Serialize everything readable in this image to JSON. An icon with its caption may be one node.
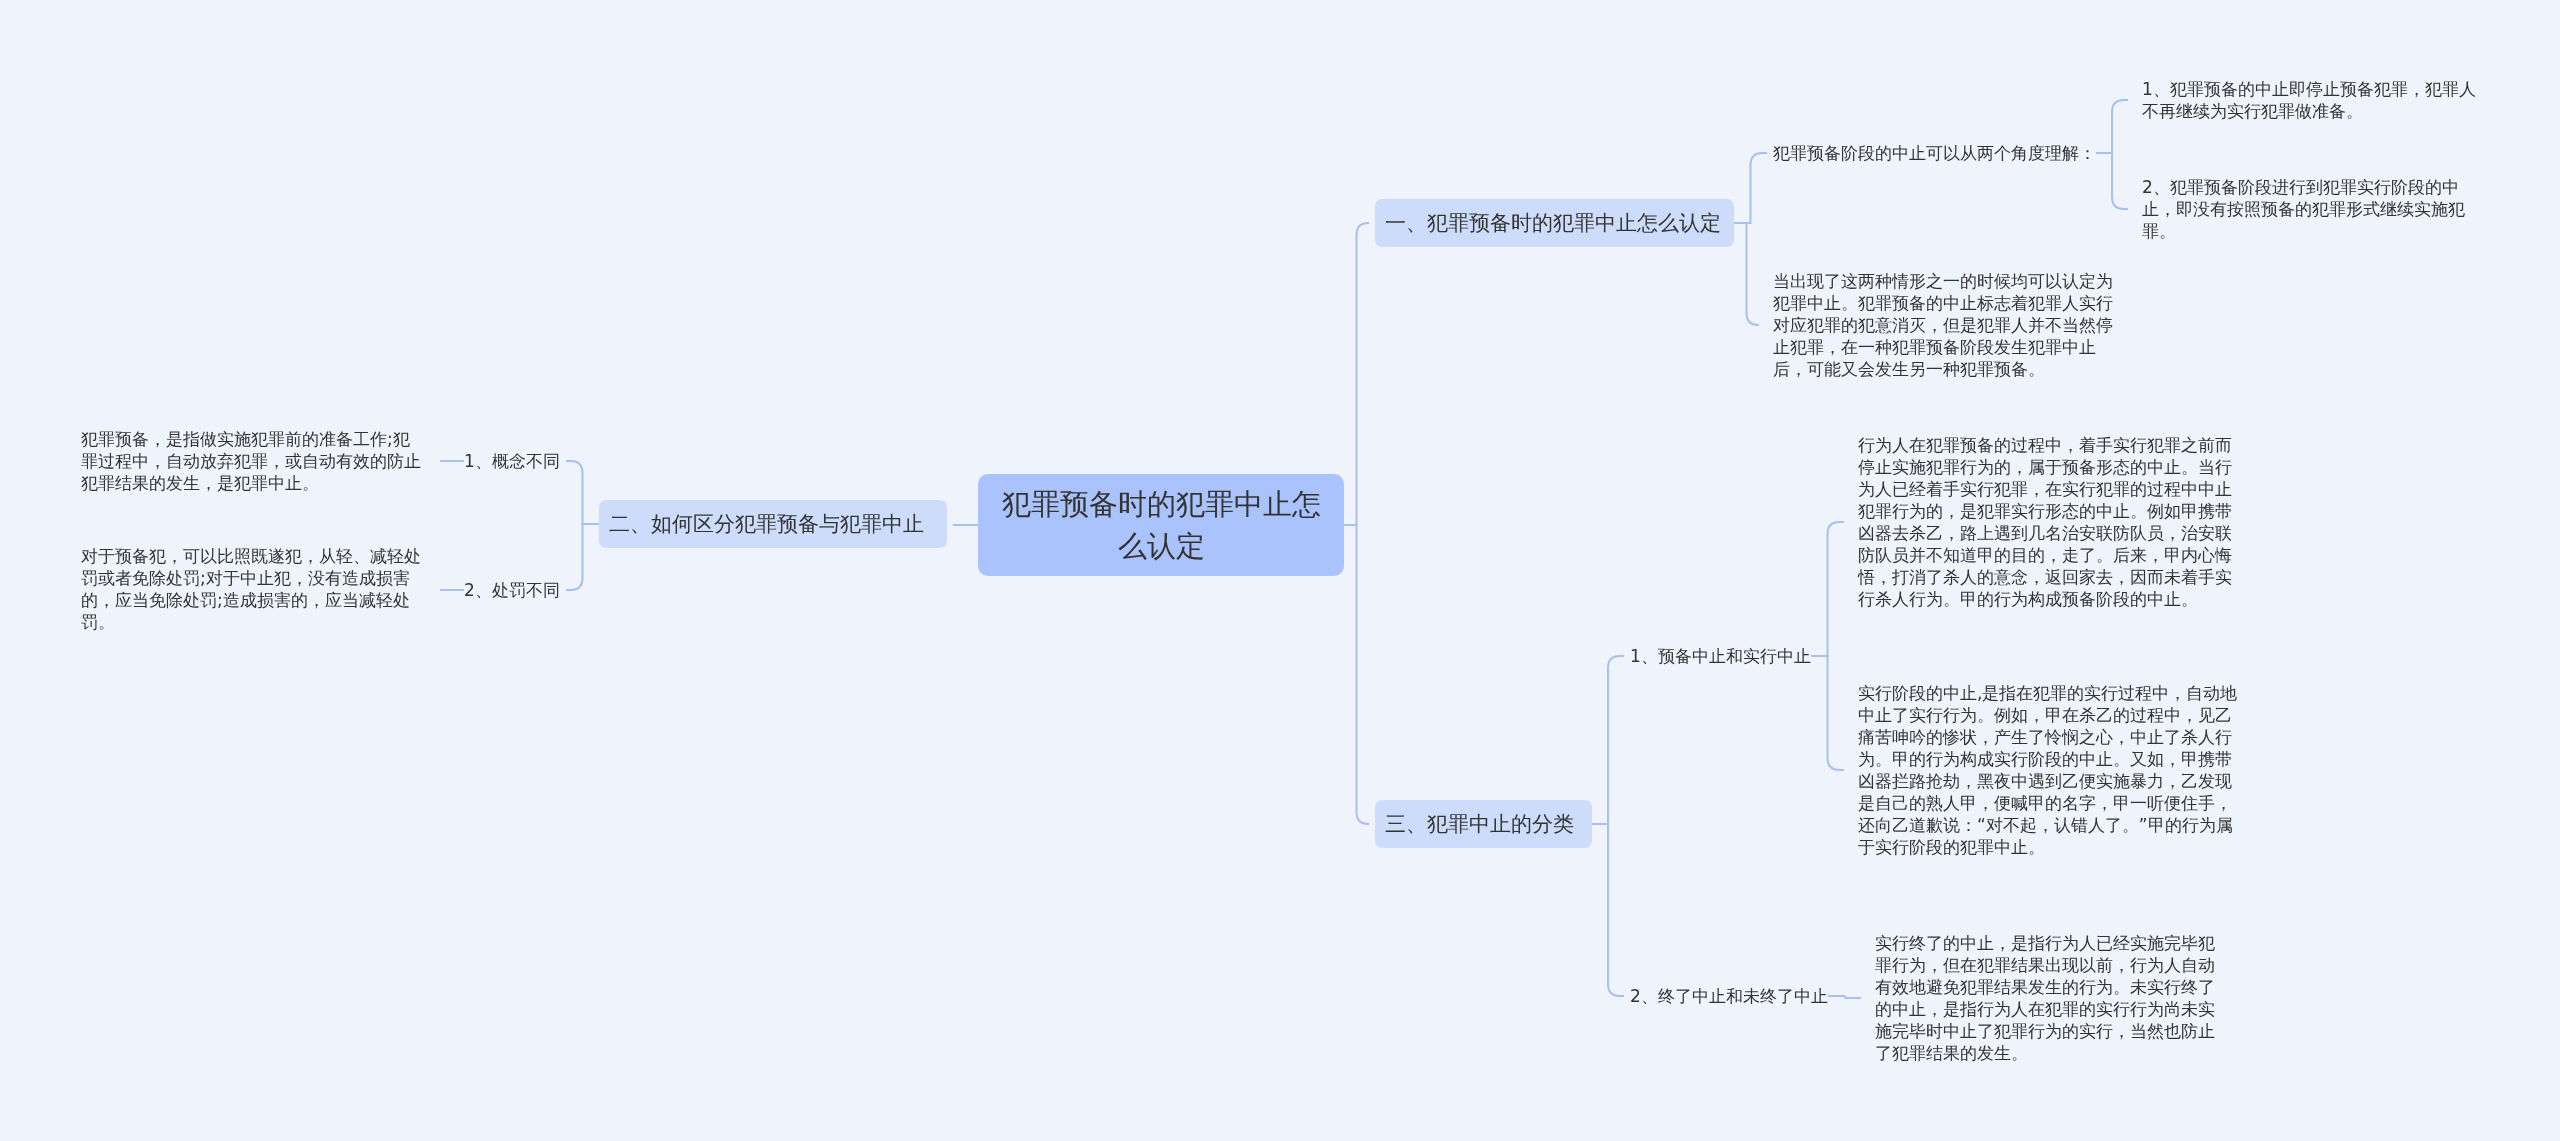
{
  "diagram": {
    "nodes": [
      {
        "text": [
          "犯罪预备时的犯罪中止怎么认定"
        ]
      },
      {
        "text": [
          "一、犯罪预备时的犯罪中止怎么认定"
        ]
      },
      {
        "text": [
          "犯罪预备阶段的中止可以从两个角度理解："
        ]
      },
      {
        "text": [
          "1、犯罪预备的中止即停止预备犯罪，犯罪人不再继续为实行犯罪做准备。"
        ]
      },
      {
        "text": [
          "2、犯罪预备阶段进行到犯罪实行阶段的中止，即没有按照预备的犯罪形式继续实施犯罪。"
        ]
      },
      {
        "text": [
          "当出现了这两种情形之一的时候均可以认定为犯罪中止。犯罪预备的中止标志着犯罪人实行对应犯罪的犯意消灭，但是犯罪人并不当然停止犯罪，在一种犯罪预备阶段发生犯罪中止后，可能又会发生另一种犯罪预备。"
        ]
      },
      {
        "text": [
          "二、如何区分犯罪预备与犯罪中止"
        ]
      },
      {
        "text": [
          "1、概念不同"
        ]
      },
      {
        "text": [
          "犯罪预备，是指做实施犯罪前的准备工作;犯罪过程中，自动放弃犯罪，或自动有效的防止犯罪结果的发生，是犯罪中止。"
        ]
      },
      {
        "text": [
          "2、处罚不同"
        ]
      },
      {
        "text": [
          "对于预备犯，可以比照既遂犯，从轻、减轻处罚或者免除处罚;对于中止犯，没有造成损害的，应当免除处罚;造成损害的，应当减轻处罚。"
        ]
      },
      {
        "text": [
          "三、犯罪中止的分类"
        ]
      },
      {
        "text": [
          "1、预备中止和实行中止"
        ]
      },
      {
        "text": [
          "行为人在犯罪预备的过程中，着手实行犯罪之前而停止实施犯罪行为的，属于预备形态的中止。当行为人已经着手实行犯罪，在实行犯罪的过程中中止犯罪行为的，是犯罪实行形态的中止。例如甲携带凶器去杀乙，路上遇到几名治安联防队员，治安联防队员并不知道甲的目的，走了。后来，甲内心悔悟，打消了杀人的意念，返回家去，因而未着手实行杀人行为。甲的行为构成预备阶段的中止。"
        ]
      },
      {
        "text": [
          "实行阶段的中止,是指在犯罪的实行过程中，自动地中止了实行行为。例如，甲在杀乙的过程中，见乙痛苦呻吟的惨状，产生了怜悯之心，中止了杀人行为。甲的行为构成实行阶段的中止。又如，甲携带凶器拦路抢劫，黑夜中遇到乙便实施暴力，乙发现是自己的熟人甲，便喊甲的名字，甲一听便住手，还向乙道歉说：“对不起，认错人了。”甲的行为属于实行阶段的犯罪中止。"
        ]
      },
      {
        "text": [
          "2、终了中止和未终了中止"
        ]
      },
      {
        "text": [
          "实行终了的中止，是指行为人已经实施完毕犯罪行为，但在犯罪结果出现以前，行为人自动有效地避免犯罪结果发生的行为。未实行终了的中止，是指行为人在犯罪的实行行为尚未实施完毕时中止了犯罪行为的实行，当然也防止了犯罪结果的发生。"
        ]
      }
    ],
    "edges": [
      {
        "from": 0,
        "to": 1,
        "arrow": "none"
      },
      {
        "from": 0,
        "to": 6,
        "arrow": "none"
      },
      {
        "from": 0,
        "to": 11,
        "arrow": "none"
      },
      {
        "from": 1,
        "to": 2,
        "arrow": "none"
      },
      {
        "from": 1,
        "to": 5,
        "arrow": "none"
      },
      {
        "from": 2,
        "to": 3,
        "arrow": "none"
      },
      {
        "from": 2,
        "to": 4,
        "arrow": "none"
      },
      {
        "from": 6,
        "to": 7,
        "arrow": "none"
      },
      {
        "from": 6,
        "to": 9,
        "arrow": "none"
      },
      {
        "from": 7,
        "to": 8,
        "arrow": "none"
      },
      {
        "from": 9,
        "to": 10,
        "arrow": "none"
      },
      {
        "from": 11,
        "to": 12,
        "arrow": "none"
      },
      {
        "from": 11,
        "to": 15,
        "arrow": "none"
      },
      {
        "from": 12,
        "to": 13,
        "arrow": "none"
      },
      {
        "from": 12,
        "to": 14,
        "arrow": "none"
      },
      {
        "from": 15,
        "to": 16,
        "arrow": "none"
      }
    ]
  }
}
